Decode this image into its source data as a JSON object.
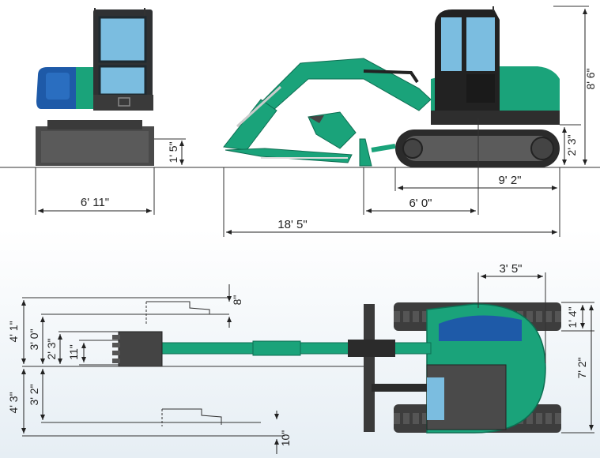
{
  "colors": {
    "machine_green": "#1aa37a",
    "machine_dark": "#0d6e52",
    "cab_blue": "#1e5aa8",
    "glass": "#7bbde0",
    "track": "#4a4a4a",
    "background_bottom": "#e6eef4"
  },
  "side_view": {
    "width_label": "6' 11\"",
    "track_height_label": "1' 5\""
  },
  "profile_view": {
    "height_label": "8' 6\"",
    "clearance_label": "2' 3\"",
    "tail_length_label": "9' 2\"",
    "blade_offset_label": "6' 0\"",
    "overall_length_label": "18' 5\""
  },
  "top_view": {
    "tail_swing_label": "3' 5\"",
    "track_width_label": "1' 4\"",
    "overall_width_label": "7' 2\"",
    "offset_top_total_label": "4' 1\"",
    "offset_top_label": "3' 0\"",
    "offset_top_inner_label": "2' 3\"",
    "offset_bucket_label": "11\"",
    "offset_bottom_label": "3' 2\"",
    "offset_bottom_total_label": "4' 3\"",
    "clearance_top_label": "8\"",
    "clearance_bottom_label": "10\""
  }
}
